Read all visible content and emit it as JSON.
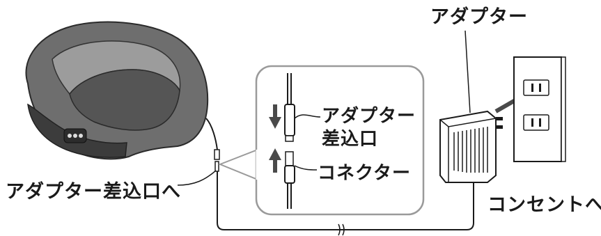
{
  "labels": {
    "adapter_top": "アダプター",
    "adapter_port_line1": "アダプター",
    "adapter_port_line2": "差込口",
    "connector": "コネクター",
    "adapter_inlet": "アダプター差込口へ",
    "to_outlet": "コンセントへ"
  },
  "colors": {
    "line": "#1a1a1a",
    "device_body": "#6e6e6e",
    "device_dark": "#3c3c3c",
    "device_light": "#a8a8a8",
    "panel_border": "#9a9a9a",
    "arrow": "#4a4a4a"
  }
}
